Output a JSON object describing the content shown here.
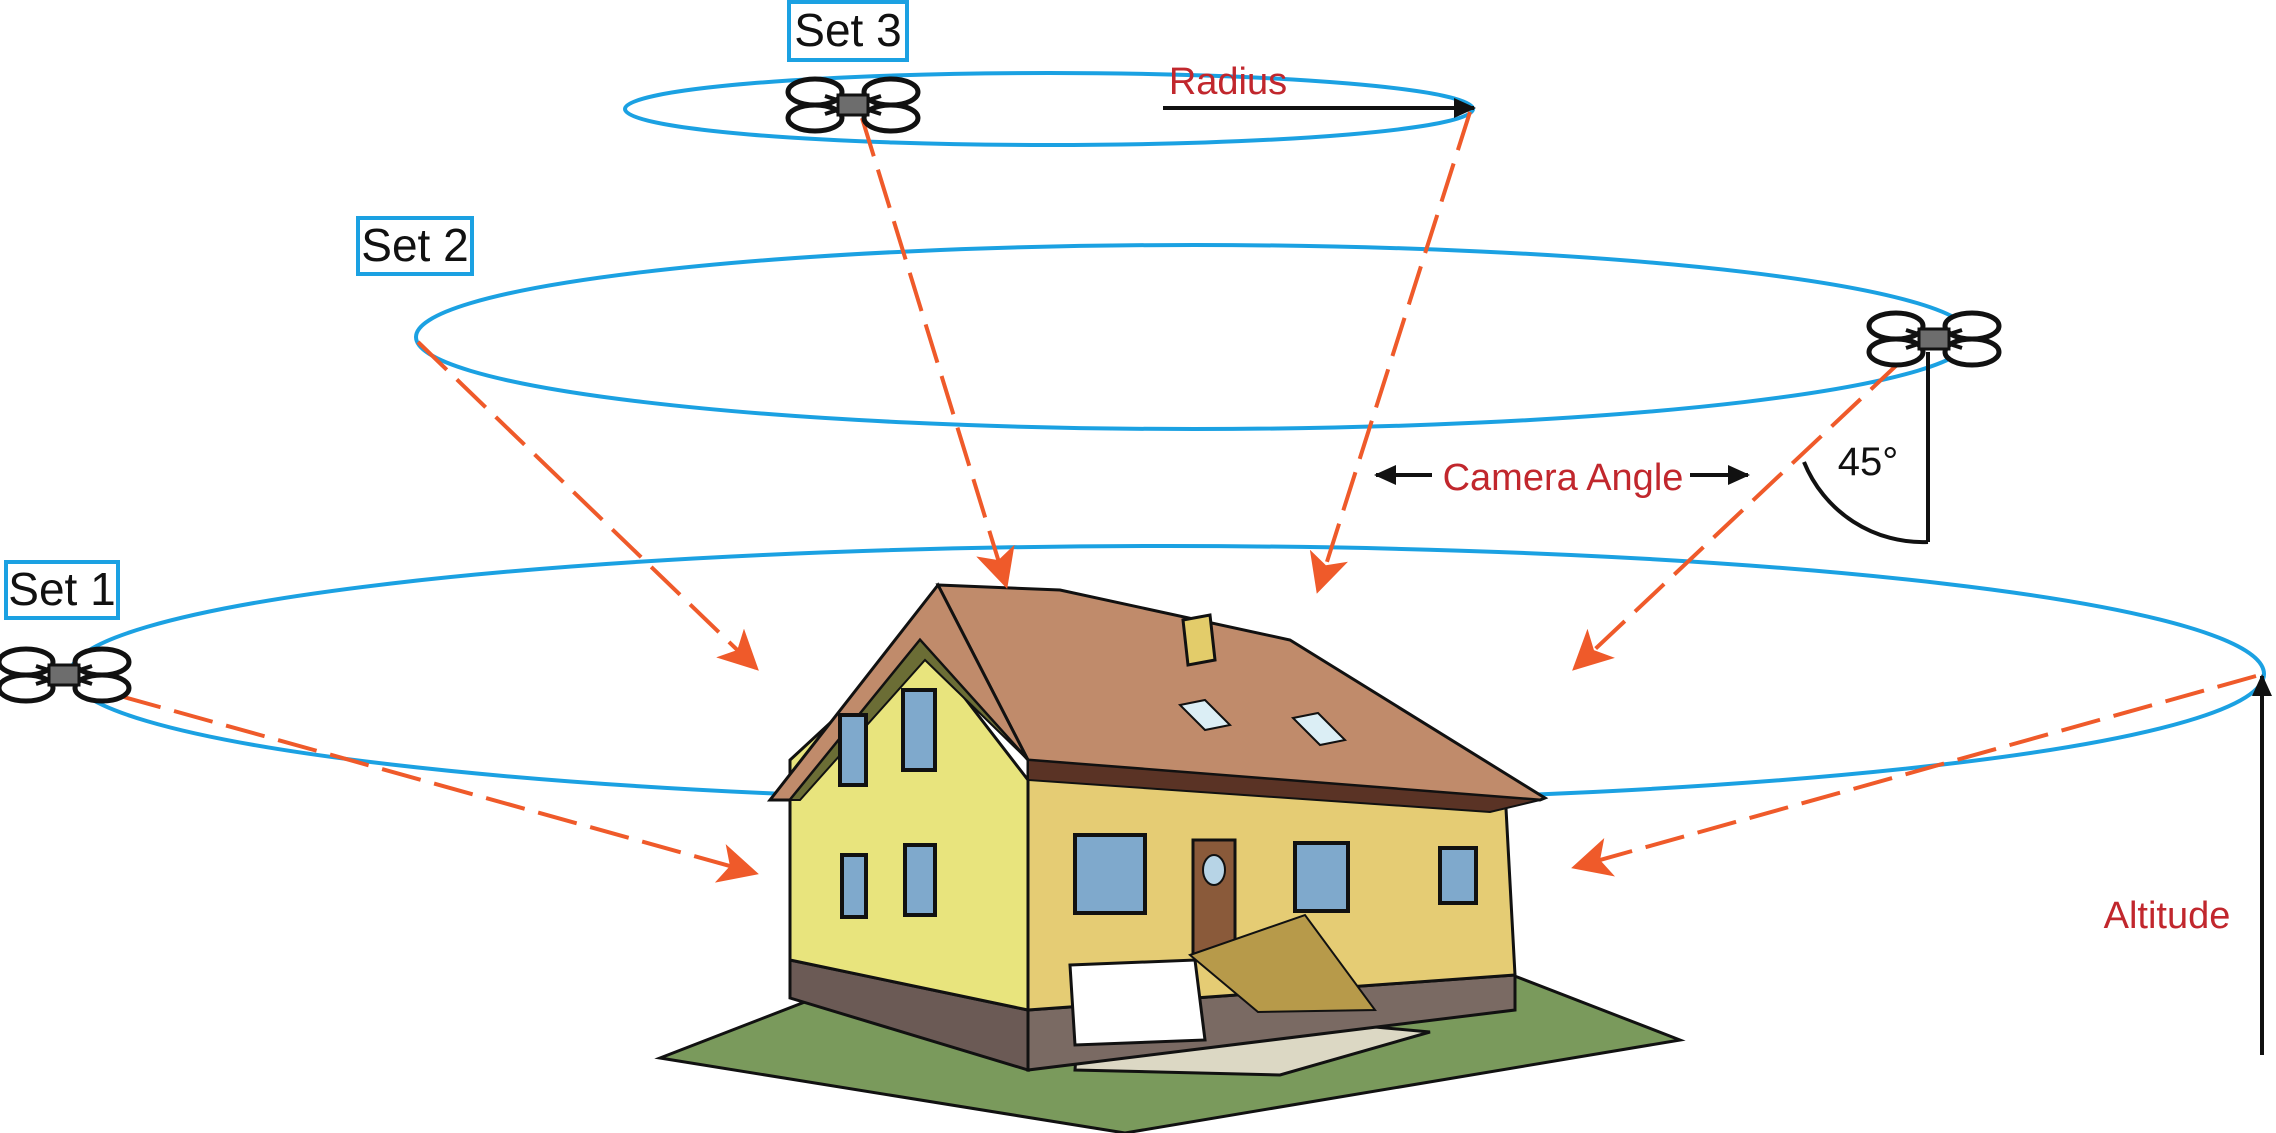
{
  "labels": {
    "set1": "Set 1",
    "set2": "Set 2",
    "set3": "Set 3",
    "radius": "Radius",
    "camera_angle": "Camera Angle",
    "altitude": "Altitude",
    "angle_value": "45°"
  },
  "colors": {
    "orbit": "#1ba1e2",
    "label_box": "#1ba1e2",
    "sight_line": "#ef5a2a",
    "annotation_text": "#c1272d",
    "arrow": "#111111",
    "roof": "#c08b6b",
    "roof_dark": "#5a3325",
    "wall_light": "#e8e47d",
    "wall_dark": "#e5cc74",
    "foundation": "#6b5a55",
    "lawn": "#7a9a5c"
  },
  "icons": {
    "drone": "quadcopter-icon",
    "house": "house-illustration"
  }
}
